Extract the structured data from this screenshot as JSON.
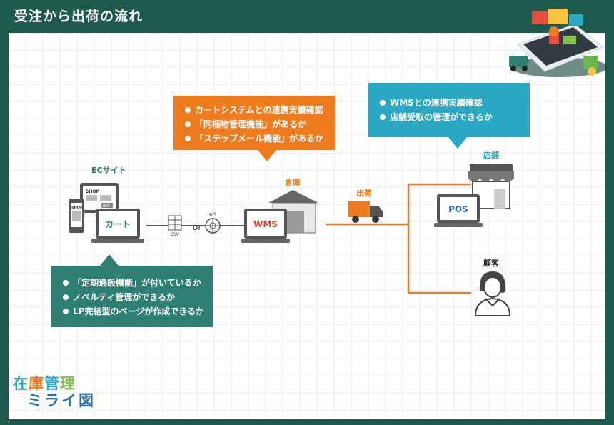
{
  "header": {
    "title": "受注から出荷の流れ"
  },
  "callouts": {
    "warehouse": {
      "color": "#ee7b1e",
      "items": [
        "カートシステムとの連携実績確認",
        "「同梱物管理機能」があるか",
        "「ステップメール機能」があるか"
      ]
    },
    "store": {
      "color": "#2aa7c2",
      "items": [
        "WMSとの連携実績確認",
        "店舗受取の管理ができるか"
      ]
    },
    "ec": {
      "color": "#2c7f72",
      "items": [
        "「定期通販機能」が付いているか",
        "ノベルティ管理ができるか",
        "LP完結型のページが作成できるか"
      ]
    }
  },
  "nodes": {
    "ec_site": "ECサイト",
    "cart": "カート",
    "shop_a": "SHOP",
    "shop_b": "SHOP",
    "buy": "BUY",
    "csv": "CSV",
    "or": "or",
    "api": "API",
    "warehouse": "倉庫",
    "wms": "WMS",
    "shipping": "出荷",
    "store": "店舗",
    "pos": "POS",
    "customer": "顧客"
  },
  "brand": {
    "line1": [
      "在",
      "庫",
      "管",
      "理"
    ],
    "line2": "ミライ図"
  },
  "colors": {
    "orange": "#ee7b1e",
    "blue": "#2aa7c2",
    "green": "#2c7f72",
    "header": "#1e5a4e",
    "wms_text": "#d9452b",
    "pos_text": "#2a6fb0"
  }
}
